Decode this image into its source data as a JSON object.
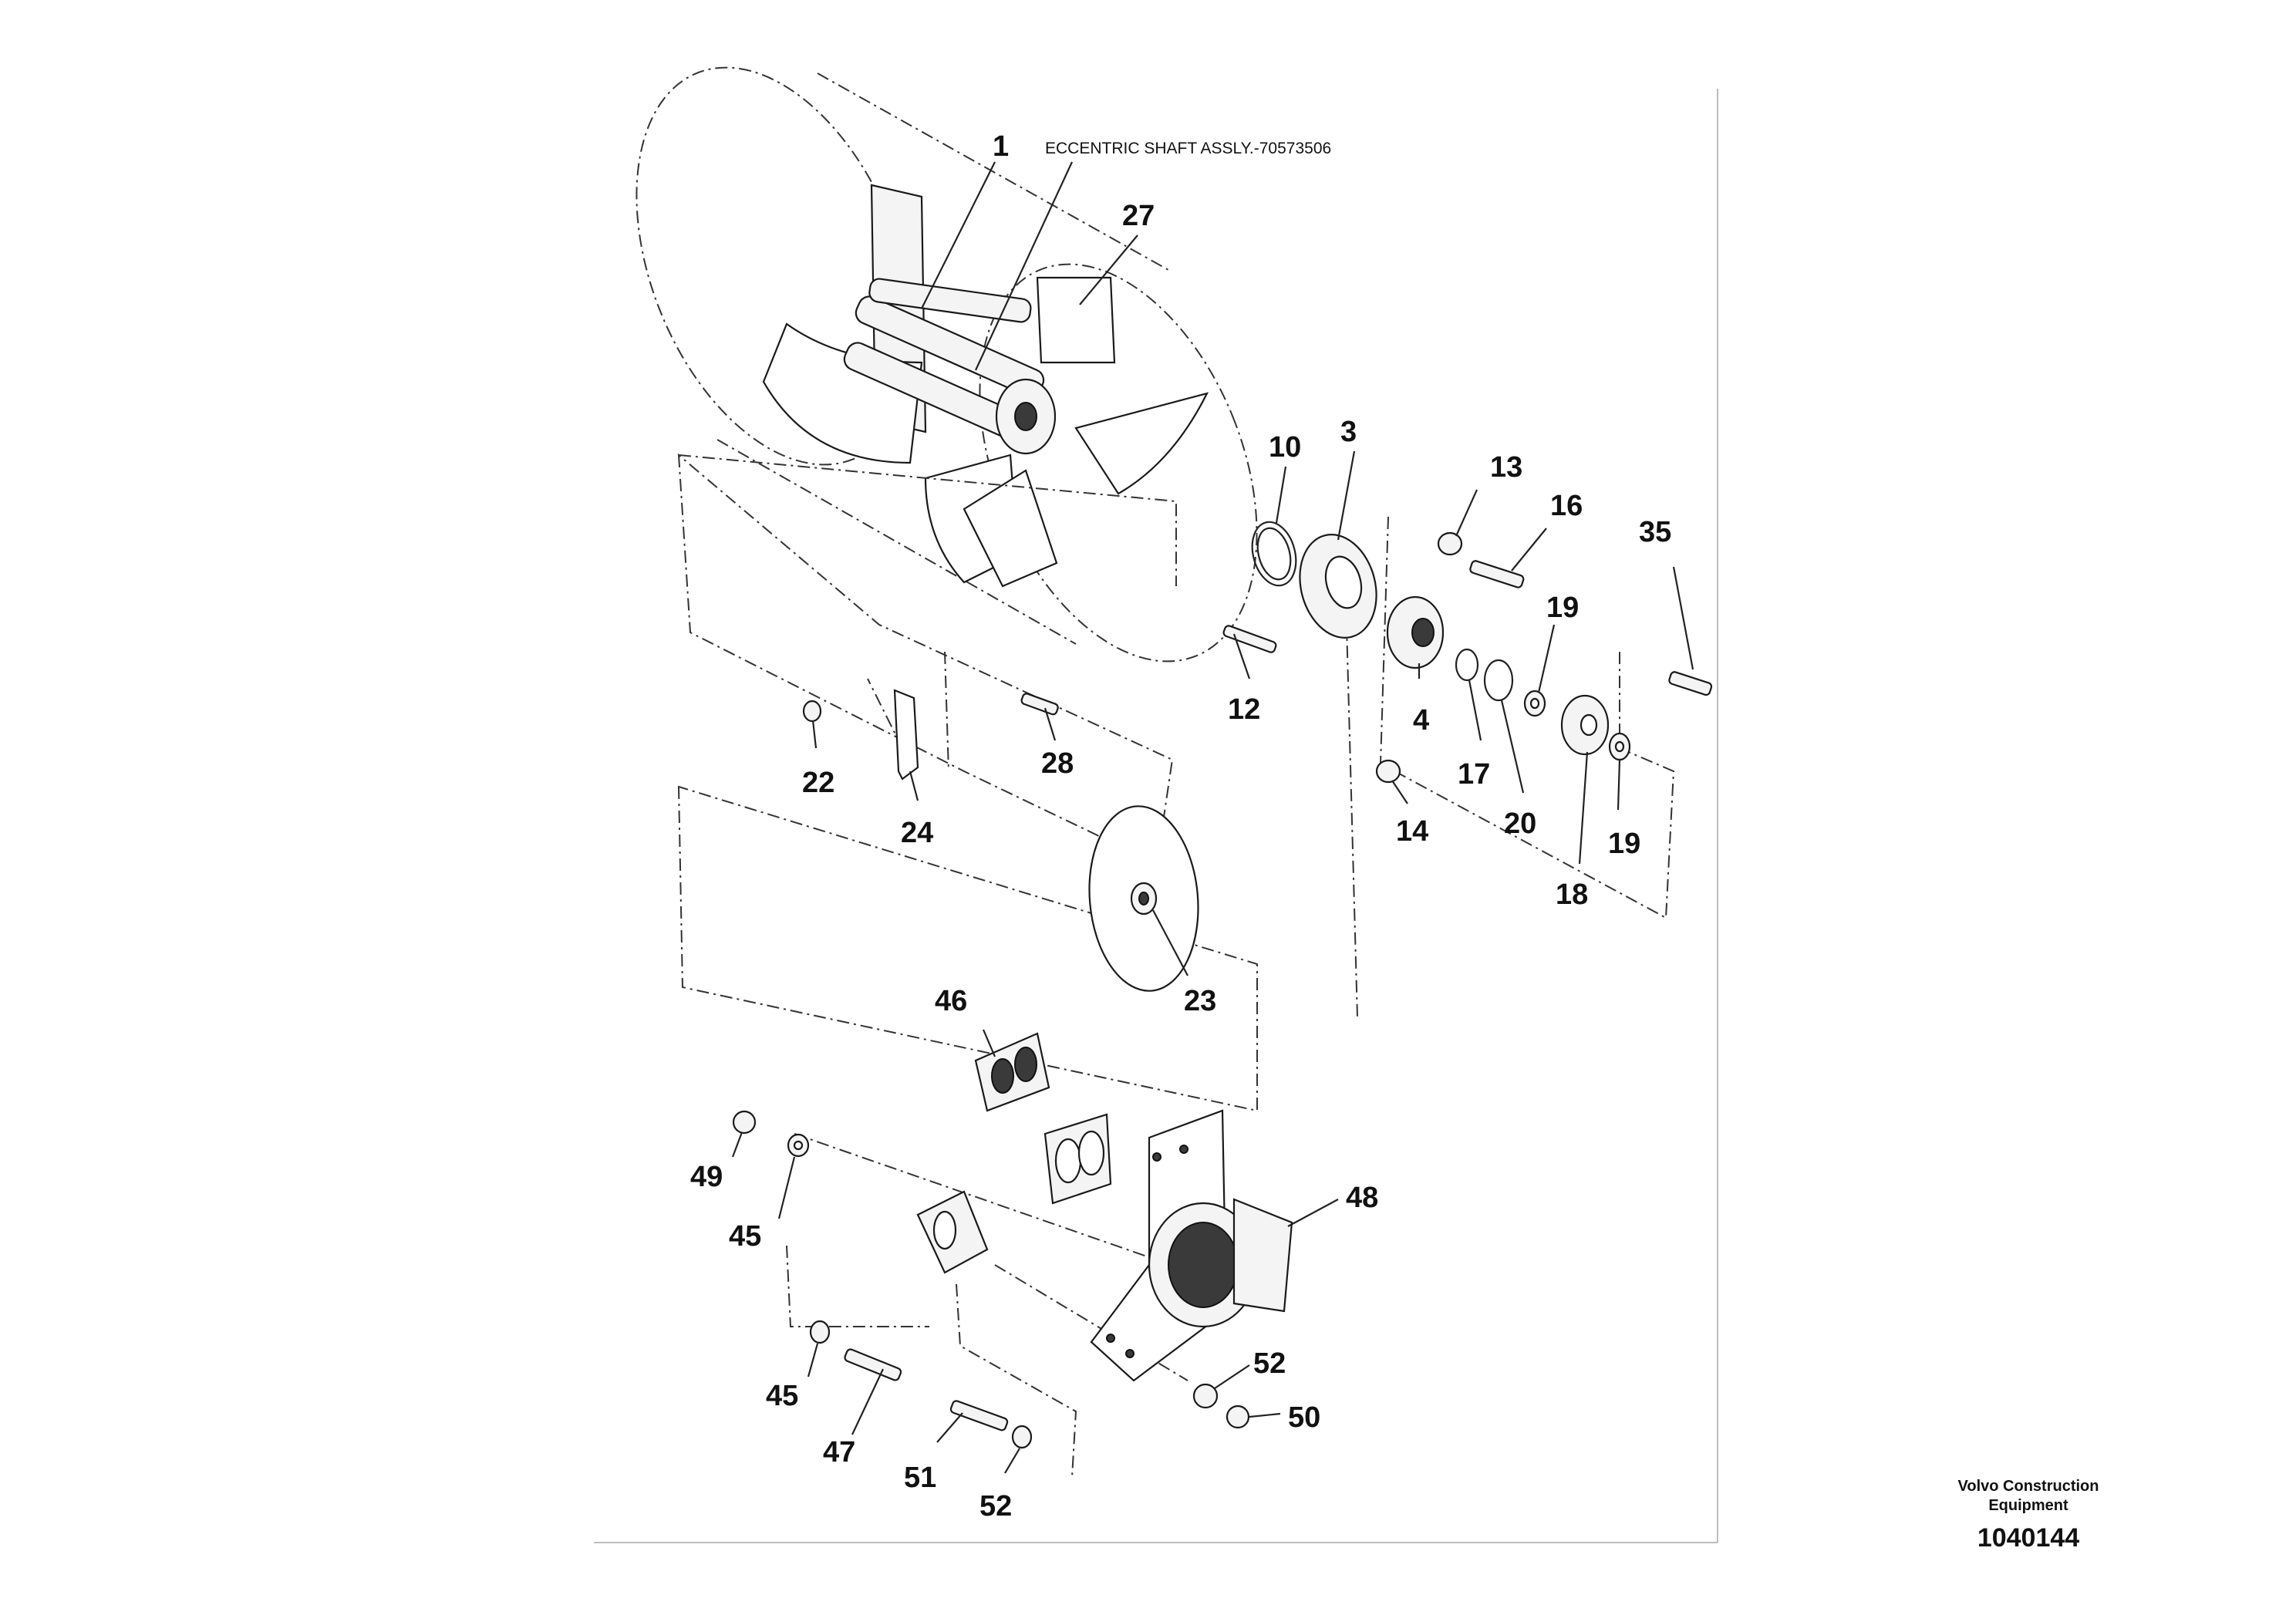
{
  "drawing": {
    "caption": "ECCENTRIC SHAFT ASSLY.-70573506",
    "brand_line1": "Volvo Construction",
    "brand_line2": "Equipment",
    "doc_number": "1040144"
  },
  "callouts": [
    "1",
    "27",
    "10",
    "3",
    "13",
    "16",
    "35",
    "19",
    "12",
    "4",
    "17",
    "20",
    "18",
    "19",
    "14",
    "22",
    "24",
    "28",
    "23",
    "46",
    "48",
    "49",
    "45",
    "45",
    "47",
    "51",
    "52",
    "52",
    "50"
  ],
  "colors": {
    "line": "#222222",
    "text": "#111111",
    "frame": "#bdbdbd"
  }
}
